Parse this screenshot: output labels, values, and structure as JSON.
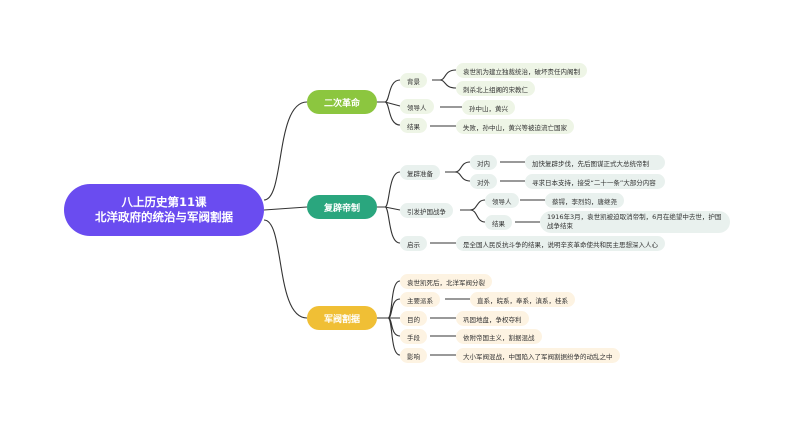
{
  "root": {
    "line1": "八上历史第11课",
    "line2": "北洋政府的统治与军阀割据"
  },
  "colors": {
    "root": "#6a4cf0",
    "branch1": "#8cc63f",
    "branch2": "#2aa67e",
    "branch3": "#f0bf35"
  },
  "branch1": {
    "title": "二次革命",
    "background_label": "背景",
    "background_items": [
      "袁世凯为建立独裁统治，破坏责任内阁制",
      "刺杀北上组阁的宋教仁"
    ],
    "leader_label": "领导人",
    "leader_value": "孙中山，黄兴",
    "result_label": "结果",
    "result_value": "失败，孙中山，黄兴等被迫流亡国家"
  },
  "branch2": {
    "title": "复辟帝制",
    "prep_label": "复辟准备",
    "internal_label": "对内",
    "internal_value": "加快复辟步伐，先后图谋正式大总统帝制",
    "external_label": "对外",
    "external_value": "寻求日本支持，接受“二十一条”大部分内容",
    "war_label": "引发护国战争",
    "war_leader_label": "领导人",
    "war_leader_value": "蔡锷，李烈钧，唐继尧",
    "war_result_label": "结果",
    "war_result_value": "1916年3月，袁世凯被迫取消帝制，6月在绝望中去世，护国战争结束",
    "lesson_label": "启示",
    "lesson_value": "是全国人民反抗斗争的结果，说明辛亥革命使共和民主思想深入人心"
  },
  "branch3": {
    "title": "军阀割据",
    "split": "袁世凯死后，北洋军阀分裂",
    "factions_label": "主要派系",
    "factions_value": "直系，皖系，奉系，滇系，桂系",
    "goal_label": "目的",
    "goal_value": "巩固地盘，争权夺利",
    "means_label": "手段",
    "means_value": "依附帝国主义，割据混战",
    "impact_label": "影响",
    "impact_value": "大小军阀混战，中国陷入了军阀割据纷争的动乱之中"
  }
}
